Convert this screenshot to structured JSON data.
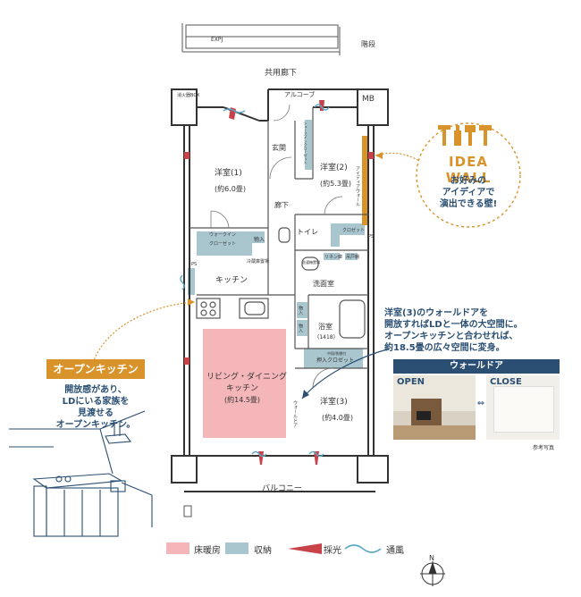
{
  "labels": {
    "expj": "EXPJ",
    "stairs": "階段",
    "corridor": "共用廊下",
    "alcove": "アルコーブ",
    "mb": "MB",
    "fire_hydrant": "消火器BOX",
    "entrance": "玄関",
    "shoes": "シューズインクローゼット",
    "room1": "洋室(1)",
    "room1_size": "(約6.0畳)",
    "room2": "洋室(2)",
    "room2_size": "(約5.3畳)",
    "hall": "廊下",
    "ideawall_vertical": "アイディアウォール",
    "walkin": "ウォークイン\nクローゼット",
    "storage": "物入",
    "toilet": "トイレ",
    "closet": "クロゼット",
    "linen": "リネン庫",
    "upper_cabinet": "吊戸棚",
    "fridge": "冷蔵庫置場",
    "ps": "PS",
    "kitchen": "キッチン",
    "washroom": "洗面室",
    "washer": "洗濯機置場",
    "bath": "浴室",
    "bath_size": "(1418)",
    "storage2": "物入",
    "storage3": "物入",
    "living1": "リビング・ダイニング",
    "living2": "キッチン",
    "living_size": "(約14.5畳)",
    "closet_big": "押入クロゼット",
    "closet_big_note": "中段/枕棚付",
    "room3": "洋室(3)",
    "room3_size": "(約4.0畳)",
    "walldoor_vertical": "ウォールドア",
    "balcony": "バルコニー"
  },
  "idea_wall": {
    "title": "IDEA WALL",
    "desc_line1": "お好みの",
    "desc_line2": "アイディアで",
    "desc_line3": "演出できる壁!"
  },
  "open_kitchen": {
    "title": "オープンキッチン",
    "line1": "開放感があり、",
    "line2": "LDにいる家族を",
    "line3": "見渡せる",
    "line4": "オープンキッチン。"
  },
  "wall_door": {
    "line1": "洋室(3)のウォールドアを",
    "line2": "開放すればLDと一体の大空間に。",
    "line3": "オープンキッチンと合わせれば、",
    "line4": "約18.5畳の広々空間に変身。",
    "title": "ウォールドア",
    "open": "OPEN",
    "close": "CLOSE",
    "photo_note": "参考写真"
  },
  "legend": {
    "floor_heating": "床暖房",
    "storage": "収納",
    "daylight": "採光",
    "ventilation": "通風"
  },
  "compass": "N",
  "colors": {
    "floor_heating": "#f4b6b8",
    "storage": "#a9c6cf",
    "accent": "#d9932b",
    "navy": "#2a4f73",
    "daylight": "#c8424a",
    "ventilation": "#5ba8c9"
  }
}
